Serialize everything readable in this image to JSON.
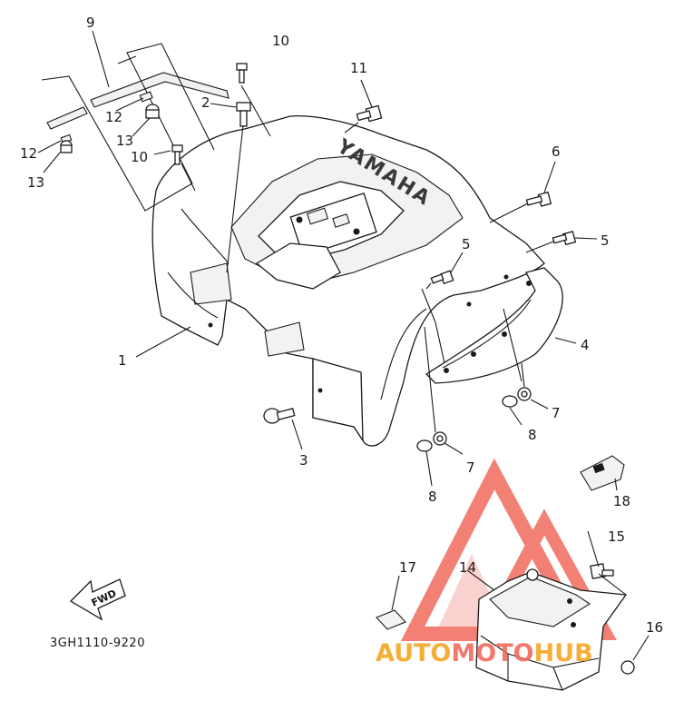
{
  "diagram": {
    "part_code": "3GH1110-9220",
    "brand_mark": "YAMAHA",
    "direction_label": "FWD",
    "watermark": {
      "text_left": "AUTO",
      "text_mid": "MOTO",
      "text_right": "HUB",
      "color_primary": "#f06b5e",
      "color_secondary": "#f5a623"
    },
    "callouts": [
      {
        "id": "c1",
        "label": "1"
      },
      {
        "id": "c2",
        "label": "2"
      },
      {
        "id": "c3",
        "label": "3"
      },
      {
        "id": "c4",
        "label": "4"
      },
      {
        "id": "c5a",
        "label": "5"
      },
      {
        "id": "c5b",
        "label": "5"
      },
      {
        "id": "c6",
        "label": "6"
      },
      {
        "id": "c7a",
        "label": "7"
      },
      {
        "id": "c7b",
        "label": "7"
      },
      {
        "id": "c8a",
        "label": "8"
      },
      {
        "id": "c8b",
        "label": "8"
      },
      {
        "id": "c9",
        "label": "9"
      },
      {
        "id": "c10a",
        "label": "10"
      },
      {
        "id": "c10b",
        "label": "10"
      },
      {
        "id": "c11",
        "label": "11"
      },
      {
        "id": "c12a",
        "label": "12"
      },
      {
        "id": "c12b",
        "label": "12"
      },
      {
        "id": "c13a",
        "label": "13"
      },
      {
        "id": "c13b",
        "label": "13"
      },
      {
        "id": "c14",
        "label": "14"
      },
      {
        "id": "c15",
        "label": "15"
      },
      {
        "id": "c16",
        "label": "16"
      },
      {
        "id": "c17",
        "label": "17"
      },
      {
        "id": "c18",
        "label": "18"
      }
    ]
  }
}
